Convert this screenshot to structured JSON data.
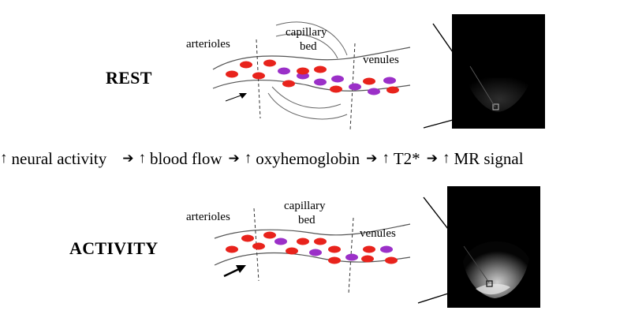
{
  "rest": {
    "state_label": "REST",
    "vessel_labels": {
      "arterioles": "arterioles",
      "capillary_line1": "capillary",
      "capillary_line2": "bed",
      "venules": "venules"
    }
  },
  "activity": {
    "state_label": "ACTIVITY",
    "vessel_labels": {
      "arterioles": "arterioles",
      "capillary_line1": "capillary",
      "capillary_line2": "bed",
      "venules": "venules"
    }
  },
  "chain": [
    {
      "text": "neural activity"
    },
    {
      "text": "blood flow"
    },
    {
      "text": "oxyhemoglobin"
    },
    {
      "text": "T2*"
    },
    {
      "text": "MR signal"
    }
  ],
  "colors": {
    "oxygenated_cell": "#e8231c",
    "deoxygenated_cell": "#9b30c8",
    "line": "#000000",
    "scan_background": "#000000"
  },
  "icons": {
    "increase": "up-arrow-icon",
    "leads_to": "right-arrow-icon"
  }
}
